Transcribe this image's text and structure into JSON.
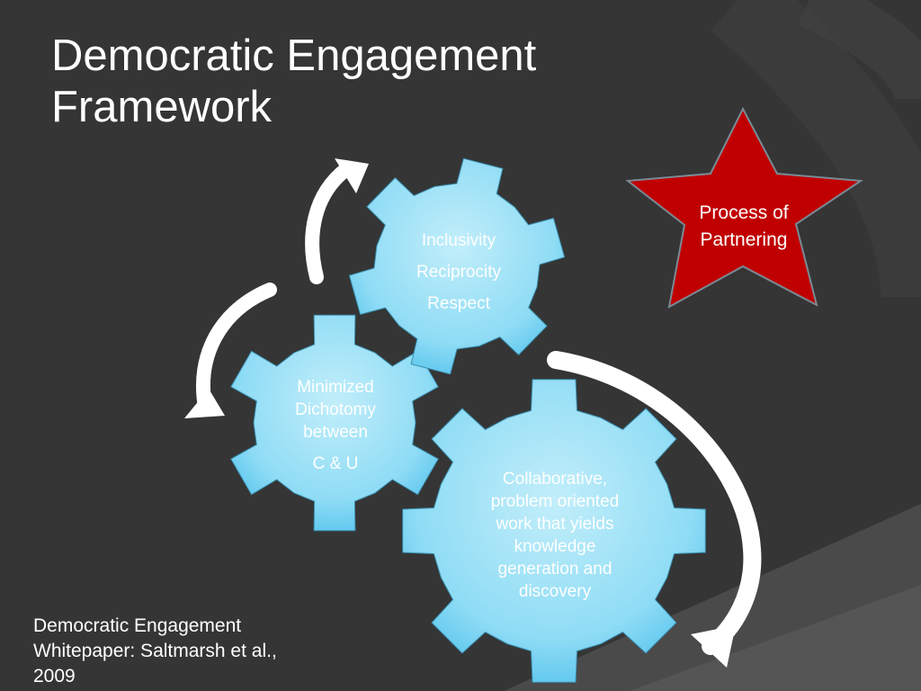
{
  "slide": {
    "title_lines": [
      "Democratic Engagement",
      "Framework"
    ],
    "gears": {
      "top": {
        "lines": [
          "Inclusivity",
          "Reciprocity",
          "Respect"
        ]
      },
      "left": {
        "lines": [
          "Minimized",
          "Dichotomy",
          "between",
          "C & U"
        ]
      },
      "bottom": {
        "lines": [
          "Collaborative,",
          "problem oriented",
          "work that yields",
          "knowledge",
          "generation and",
          "discovery"
        ]
      }
    },
    "star": {
      "lines": [
        "Process of",
        "Partnering"
      ]
    },
    "citation_lines": [
      "Democratic Engagement",
      "Whitepaper: Saltmarsh et al.,",
      "2009"
    ],
    "colors": {
      "background": "#333333",
      "gear_light": "#bfeefa",
      "gear_dark": "#62cbef",
      "star_fill": "#c00000",
      "text": "#ffffff"
    }
  }
}
